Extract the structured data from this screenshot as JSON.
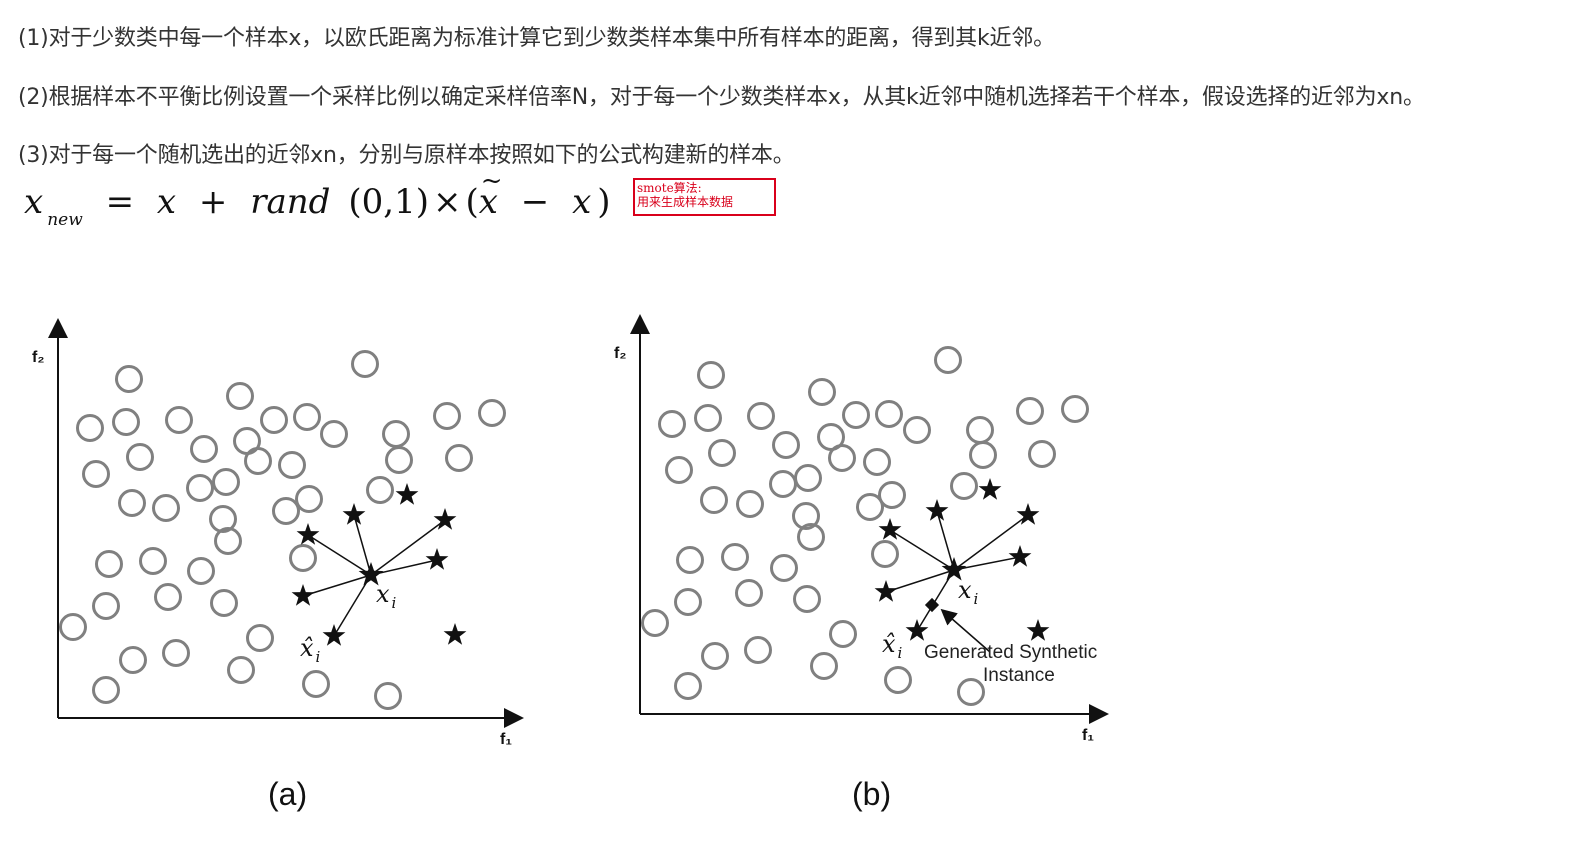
{
  "paragraphs": {
    "p1": "(1)对于少数类中每一个样本x，以欧氏距离为标准计算它到少数类样本集中所有样本的距离，得到其k近邻。",
    "p2": "(2)根据样本不平衡比例设置一个采样比例以确定采样倍率N，对于每一个少数类样本x，从其k近邻中随机选择若干个样本，假设选择的近邻为xn。",
    "p3": "(3)对于每一个随机选出的近邻xn，分别与原样本按照如下的公式构建新的样本。"
  },
  "formula": {
    "lhs_var": "x",
    "lhs_sub": "new",
    "equals": "=",
    "x": "x",
    "plus": "+",
    "rand": "rand",
    "args": "(0,1)",
    "times": "×",
    "open_paren": "(",
    "tilde": "~",
    "x_tilde": "x",
    "minus": "−",
    "x2": "x",
    "close_paren": ")"
  },
  "note": {
    "line1": "smote算法:",
    "line2": "用来生成样本数据"
  },
  "figure": {
    "axis_x": "f₁",
    "axis_y": "f₂",
    "xi_label": "x",
    "xi_sub": "i",
    "xhat_label": "x̂",
    "xhat_sub": "i",
    "panel_a_caption": "(a)",
    "panel_b_caption": "(b)",
    "synthetic_line1": "Generated Synthetic",
    "synthetic_line2": "Instance"
  },
  "colors": {
    "circle_stroke": "#808080",
    "note_border": "#d9001b",
    "text": "#333333"
  }
}
